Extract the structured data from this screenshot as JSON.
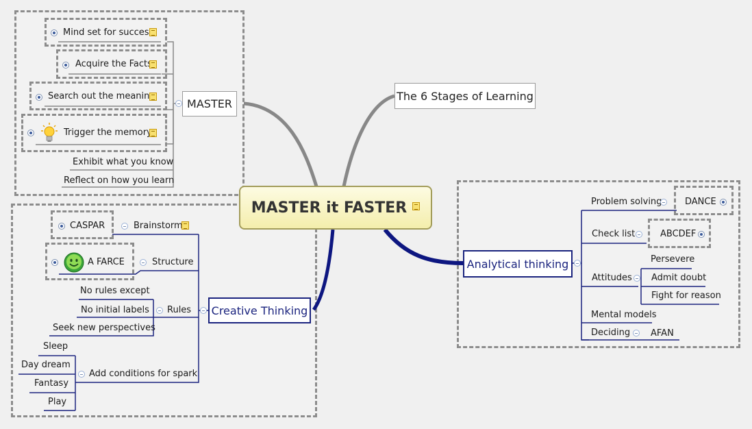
{
  "central": {
    "label": "MASTER it FASTER"
  },
  "branches": {
    "master": {
      "label": "MASTER",
      "items": {
        "mindset": "Mind set for success",
        "acquire": "Acquire the Facts",
        "search": "Search out the meaning",
        "trigger": "Trigger the memory",
        "exhibit": "Exhibit what you know",
        "reflect": "Reflect on how you learn"
      }
    },
    "six_stages": {
      "label": "The 6 Stages of Learning"
    },
    "analytical": {
      "label": "Analytical thinking",
      "items": {
        "problem_solving": "Problem solving",
        "dance": "DANCE",
        "checklist": "Check list",
        "abcdef": "ABCDEF",
        "attitudes": "Attitudes",
        "persevere": "Persevere",
        "admit_doubt": "Admit doubt",
        "fight": "Fight for reason",
        "mental_models": "Mental models",
        "deciding": "Deciding",
        "afan": "AFAN"
      }
    },
    "creative": {
      "label": "Creative Thinking",
      "items": {
        "brainstorm": "Brainstorm",
        "caspar": "CASPAR",
        "structure": "Structure",
        "farce": "A FARCE",
        "rules": "Rules",
        "no_rules": "No rules except",
        "no_labels": "No initial labels",
        "seek": "Seek new perspectives",
        "conditions": "Add conditions for spark",
        "sleep": "Sleep",
        "daydream": "Day dream",
        "fantasy": "Fantasy",
        "play": "Play"
      }
    }
  },
  "colors": {
    "main_connector_grey": "#888888",
    "main_connector_blue": "#0d1680",
    "subtopic_line": "#1a237e",
    "boundary": "#8c8c8c",
    "central_fill": "#f4eeac"
  },
  "icons": {
    "note": "note-icon",
    "expand": "expand-icon",
    "collapse": "collapse-icon",
    "bulb": "lightbulb-icon",
    "smiley": "smiley-icon"
  }
}
